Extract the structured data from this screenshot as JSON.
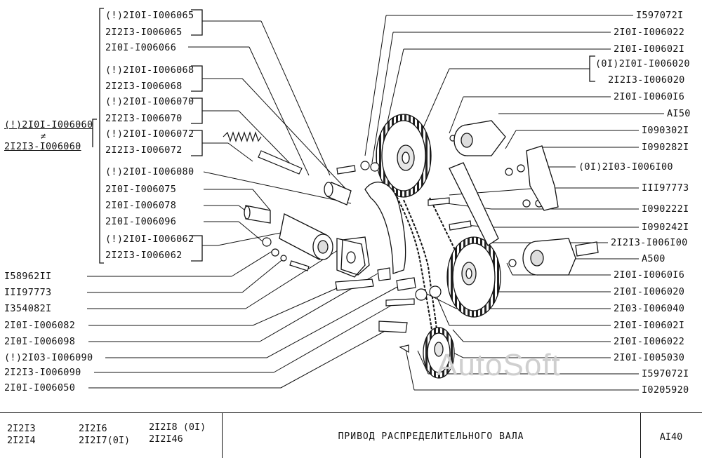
{
  "left_labels": [
    {
      "id": "l1",
      "text": "(!)2I0I-I006065"
    },
    {
      "id": "l2",
      "text": "2I2I3-I006065"
    },
    {
      "id": "l3",
      "text": "2I0I-I006066"
    },
    {
      "id": "l4",
      "text": "(!)2I0I-I006068"
    },
    {
      "id": "l5",
      "text": "2I2I3-I006068"
    },
    {
      "id": "l6",
      "text": "(!)2I0I-I006070"
    },
    {
      "id": "l7",
      "text": "2I2I3-I006070"
    },
    {
      "id": "l8",
      "text": "(!)2I0I-I006072"
    },
    {
      "id": "l9",
      "text": "2I2I3-I006072"
    },
    {
      "id": "l10",
      "text": "(!)2I0I-I006080"
    },
    {
      "id": "l11",
      "text": "2I0I-I006075"
    },
    {
      "id": "l12",
      "text": "2I0I-I006078"
    },
    {
      "id": "l13",
      "text": "2I0I-I006096"
    },
    {
      "id": "l14",
      "text": "(!)2I0I-I006062"
    },
    {
      "id": "l15",
      "text": "2I2I3-I006062"
    }
  ],
  "outer_left_labels": [
    {
      "id": "o1",
      "text": "(!)2I0I-I006060"
    },
    {
      "id": "o2",
      "text": "≠"
    },
    {
      "id": "o3",
      "text": "2I2I3-I006060"
    }
  ],
  "bottom_left_labels": [
    {
      "id": "b1",
      "text": "I58962II"
    },
    {
      "id": "b2",
      "text": "III97773"
    },
    {
      "id": "b3",
      "text": "I354082I"
    },
    {
      "id": "b4",
      "text": "2I0I-I006082"
    },
    {
      "id": "b5",
      "text": "2I0I-I006098"
    },
    {
      "id": "b6",
      "text": "(!)2I03-I006090"
    },
    {
      "id": "b7",
      "text": "2I2I3-I006090"
    },
    {
      "id": "b8",
      "text": "2I0I-I006050"
    }
  ],
  "right_labels": [
    {
      "id": "r1",
      "text": "I597072I"
    },
    {
      "id": "r2",
      "text": "2I0I-I006022"
    },
    {
      "id": "r3",
      "text": "2I0I-I00602I"
    },
    {
      "id": "r4",
      "text": "(0I)2I0I-I006020"
    },
    {
      "id": "r5",
      "text": "2I2I3-I006020"
    },
    {
      "id": "r6",
      "text": "2I0I-I0060I6"
    },
    {
      "id": "r7",
      "text": "AI50"
    },
    {
      "id": "r8",
      "text": "I090302I"
    },
    {
      "id": "r9",
      "text": "I090282I"
    },
    {
      "id": "r10",
      "text": "(0I)2I03-I006I00"
    },
    {
      "id": "r11",
      "text": "III97773"
    },
    {
      "id": "r12",
      "text": "I090222I"
    },
    {
      "id": "r13",
      "text": "I090242I"
    },
    {
      "id": "r14",
      "text": "2I2I3-I006I00"
    },
    {
      "id": "r15",
      "text": "A500"
    },
    {
      "id": "r16",
      "text": "2I0I-I0060I6"
    },
    {
      "id": "r17",
      "text": "2I0I-I006020"
    },
    {
      "id": "r18",
      "text": "2I03-I006040"
    },
    {
      "id": "r19",
      "text": "2I0I-I00602I"
    },
    {
      "id": "r20",
      "text": "2I0I-I006022"
    },
    {
      "id": "r21",
      "text": "2I0I-I005030"
    },
    {
      "id": "r22",
      "text": "I597072I"
    },
    {
      "id": "r23",
      "text": "I0205920"
    }
  ],
  "watermark": "AutoSoft",
  "footer": {
    "models": [
      "2I2I3",
      "2I2I4",
      "2I2I6",
      "2I2I7(0I)",
      "2I2I8 (0I)",
      "2I2I46"
    ],
    "title": "ПРИВОД  РАСПРЕДЕЛИТЕЛЬНОГО  ВАЛА",
    "code": "AI40"
  }
}
